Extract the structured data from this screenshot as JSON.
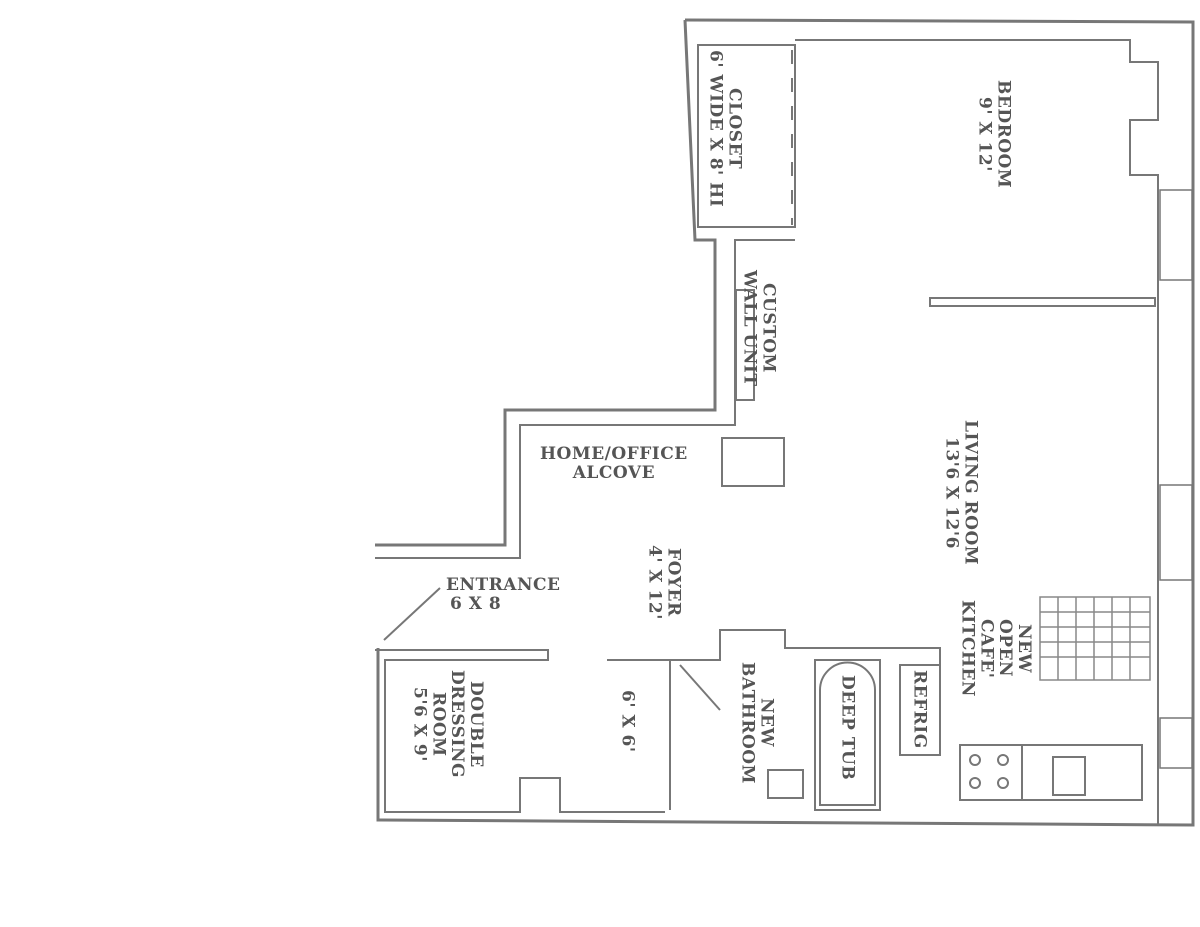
{
  "plan": {
    "rooms": {
      "closet": {
        "name": "CLOSET",
        "size": "6' WIDE X 8' HI"
      },
      "bedroom": {
        "name": "BEDROOM",
        "size": "9' X 12'"
      },
      "custom_wall_unit": {
        "line1": "CUSTOM",
        "line2": "WALL UNIT"
      },
      "living_room": {
        "name": "LIVING ROOM",
        "size": "13'6 X 12'6"
      },
      "home_office": {
        "line1": "HOME/OFFICE",
        "line2": "ALCOVE"
      },
      "entrance": {
        "name": "ENTRANCE",
        "size": "6 X 8"
      },
      "foyer": {
        "name": "FOYER",
        "size": "4' X 12'"
      },
      "dressing_room": {
        "line1": "DOUBLE",
        "line2": "DRESSING",
        "line3": "ROOM",
        "size": "5'6 X 9'"
      },
      "bathroom": {
        "line1": "NEW",
        "line2": "BATHROOM",
        "size": "6' X 6'"
      },
      "tub": {
        "name": "DEEP TUB"
      },
      "refrig": {
        "name": "REFRIG"
      },
      "kitchen": {
        "line1": "NEW",
        "line2": "OPEN",
        "line3": "CAFE'",
        "line4": "KITCHEN"
      }
    },
    "wall_color": "#777777"
  }
}
